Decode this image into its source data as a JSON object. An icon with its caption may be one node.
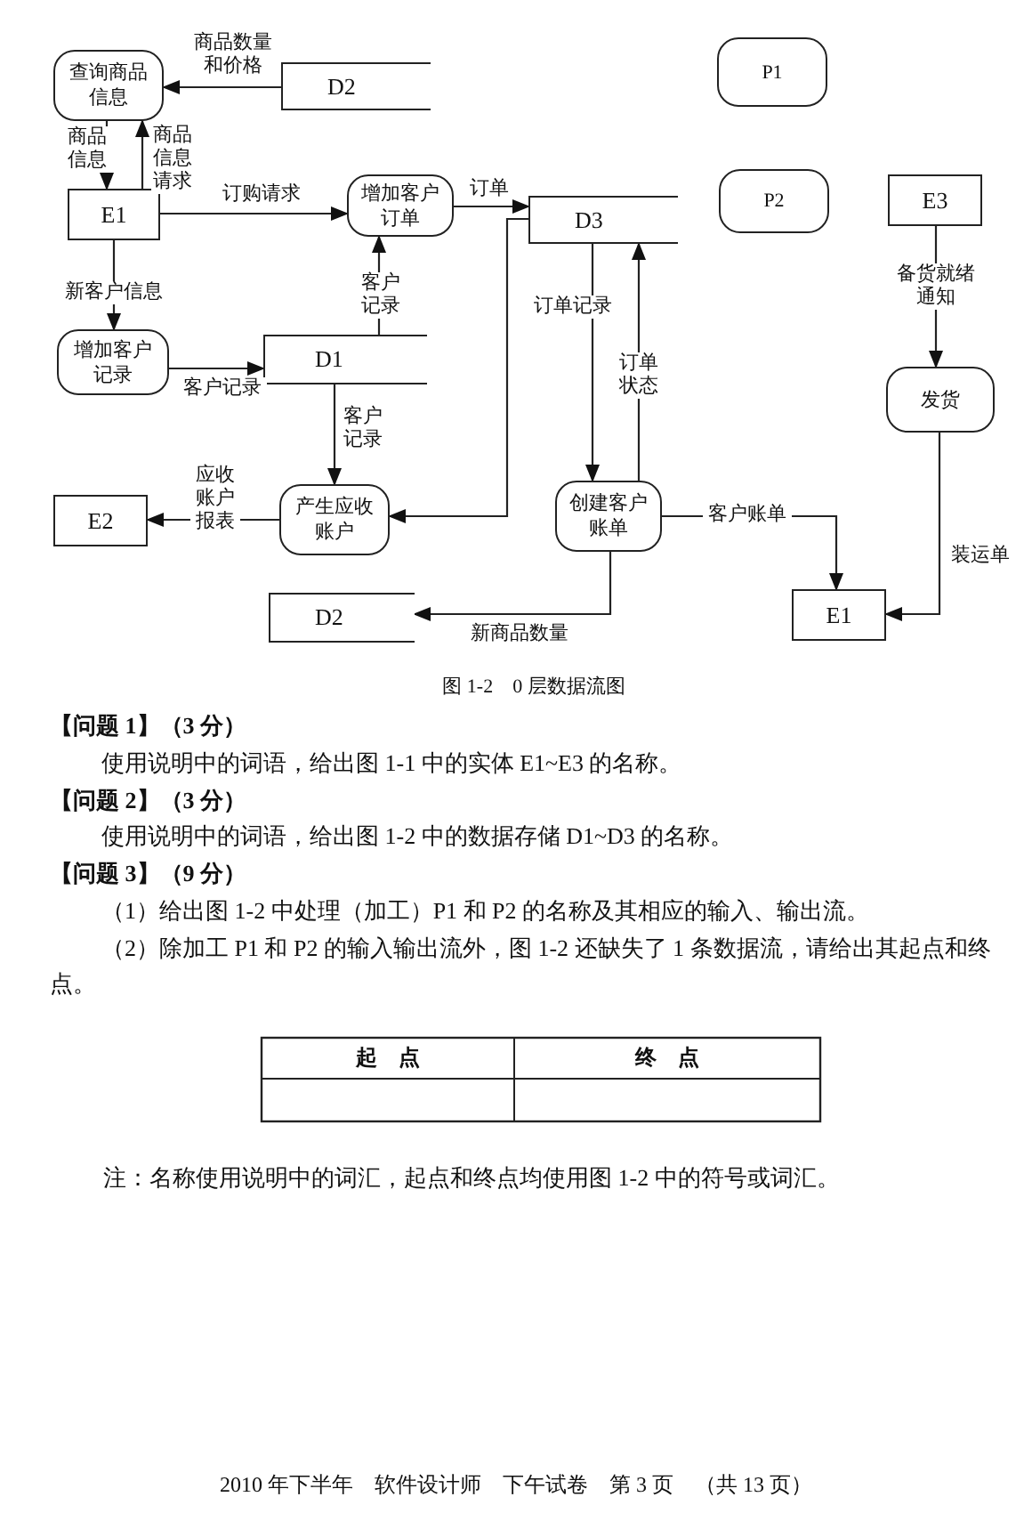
{
  "diagram": {
    "caption": "图 1-2　0 层数据流图",
    "nodes": [
      {
        "text": [
          "查询商品信息"
        ]
      },
      {
        "text": [
          "D2"
        ]
      },
      {
        "text": [
          "E1"
        ]
      },
      {
        "text": [
          "增加客户订单"
        ]
      },
      {
        "text": [
          "D3"
        ]
      },
      {
        "text": [
          "增加客户记录"
        ]
      },
      {
        "text": [
          "D1"
        ]
      },
      {
        "text": [
          "E2"
        ]
      },
      {
        "text": [
          "产生应收账户"
        ]
      },
      {
        "text": [
          "创建客户账单"
        ]
      },
      {
        "text": [
          "D2"
        ]
      },
      {
        "text": [
          "P1"
        ]
      },
      {
        "text": [
          "P2"
        ]
      },
      {
        "text": [
          "E3"
        ]
      },
      {
        "text": [
          "发货"
        ]
      },
      {
        "text": [
          "E1"
        ]
      }
    ],
    "edges": [
      {
        "from": 1,
        "to": 0,
        "arrow": "to",
        "label": "商品数量和价格"
      },
      {
        "from": 0,
        "to": 2,
        "arrow": "to",
        "label": "商品信息"
      },
      {
        "from": 2,
        "to": 0,
        "arrow": "to",
        "label": "商品信息请求"
      },
      {
        "from": 2,
        "to": 3,
        "arrow": "to",
        "label": "订购请求"
      },
      {
        "from": 3,
        "to": 4,
        "arrow": "to",
        "label": "订单"
      },
      {
        "from": 2,
        "to": 5,
        "arrow": "to",
        "label": "新客户信息"
      },
      {
        "from": 5,
        "to": 6,
        "arrow": "to",
        "label": "客户记录"
      },
      {
        "from": 6,
        "to": 3,
        "arrow": "to",
        "label": "客户记录"
      },
      {
        "from": 6,
        "to": 8,
        "arrow": "to",
        "label": "客户记录"
      },
      {
        "from": 8,
        "to": 7,
        "arrow": "to",
        "label": "应收账户报表"
      },
      {
        "from": 4,
        "to": 8,
        "arrow": "to"
      },
      {
        "from": 4,
        "to": 9,
        "arrow": "to",
        "label": "订单记录"
      },
      {
        "from": 9,
        "to": 4,
        "arrow": "to",
        "label": "订单状态"
      },
      {
        "from": 9,
        "to": 15,
        "arrow": "to",
        "label": "客户账单"
      },
      {
        "from": 9,
        "to": 10,
        "arrow": "to",
        "label": "新商品数量"
      },
      {
        "from": 13,
        "to": 14,
        "arrow": "to",
        "label": "备货就绪通知"
      },
      {
        "from": 14,
        "to": 15,
        "arrow": "to",
        "label": "装运单"
      }
    ],
    "labels": [
      "【问题 1】（3 分）",
      "使用说明中的词语，给出图 1-1 中的实体 E1~E3 的名称。",
      "【问题 2】（3 分）",
      "使用说明中的词语，给出图 1-2 中的数据存储 D1~D3 的名称。",
      "【问题 3】（9 分）",
      "（1）给出图 1-2 中处理（加工）P1 和 P2 的名称及其相应的输入、输出流。",
      "（2）除加工 P1 和 P2 的输入输出流外，图 1-2 还缺失了 1 条数据流，请给出其起点和终点。",
      "起　点",
      "终　点",
      "注：名称使用说明中的词汇，起点和终点均使用图 1-2 中的符号或词汇。",
      "2010 年下半年　软件设计师　下午试卷　第 3 页　（共 13 页）"
    ]
  }
}
